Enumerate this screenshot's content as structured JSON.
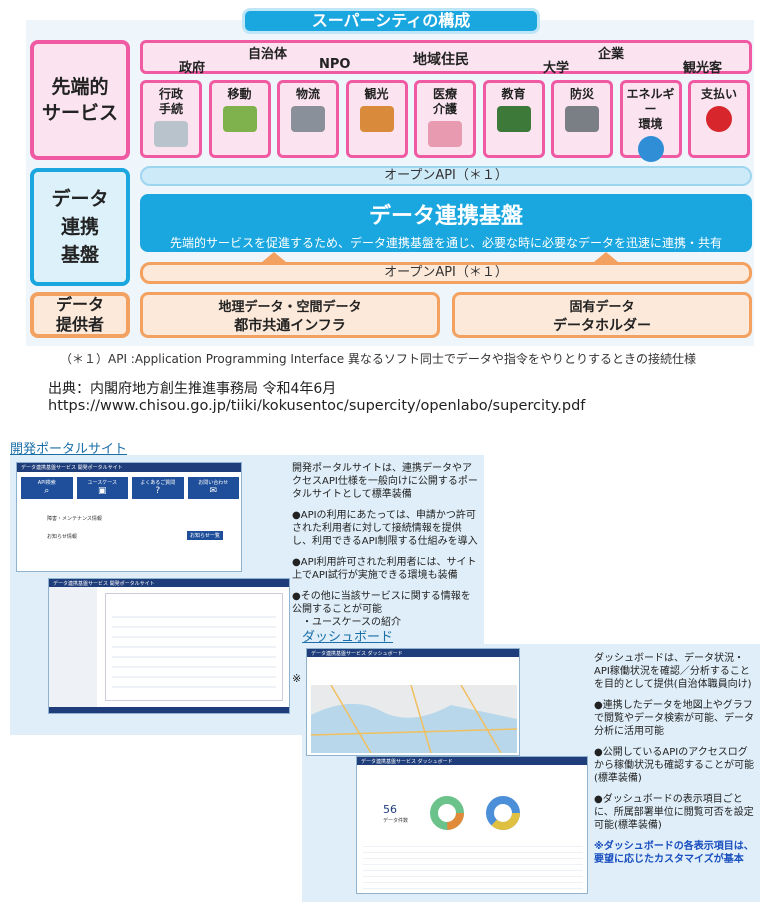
{
  "diagram": {
    "title": "スーパーシティの構成",
    "left_labels": {
      "advanced": "先端的\nサービス",
      "data_integ": "データ\n連携\n基盤",
      "provider": "データ\n提供者"
    },
    "actors": [
      "自治体",
      "政府",
      "NPO",
      "地域住民",
      "大学",
      "企業",
      "観光客"
    ],
    "services": [
      {
        "label": "行政\n手続",
        "icon": "envelope-icon",
        "color": "#b9c3cc"
      },
      {
        "label": "移動",
        "icon": "bus-icon",
        "color": "#7fb24c"
      },
      {
        "label": "物流",
        "icon": "truck-icon",
        "color": "#8a9099"
      },
      {
        "label": "観光",
        "icon": "pagoda-icon",
        "color": "#d98a3a"
      },
      {
        "label": "医療\n介護",
        "icon": "pills-icon",
        "color": "#e89ab0"
      },
      {
        "label": "教育",
        "icon": "blackboard-icon",
        "color": "#3d7a3a"
      },
      {
        "label": "防災",
        "icon": "backpack-icon",
        "color": "#7a7f86"
      },
      {
        "label": "エネルギー\n環境",
        "icon": "water-drop-icon",
        "color": "#2f8ed6"
      },
      {
        "label": "支払い",
        "icon": "yen-coin-icon",
        "color": "#d8262d"
      }
    ],
    "api_label": "オープンAPI（＊１）",
    "core_title": "データ連携基盤",
    "core_sub": "先端的サービスを促進するため、データ連携基盤を通じ、必要な時に必要なデータを迅速に連携・共有",
    "providers": [
      {
        "line1": "地理データ・空間データ",
        "line2": "都市共通インフラ"
      },
      {
        "line1": "固有データ",
        "line2": "データホルダー"
      }
    ],
    "footnote": "（＊１）API :Application Programming Interface  異なるソフト同士でデータや指令をやりとりするときの接続仕様"
  },
  "source": {
    "line1": "出典：内閣府地方創生推進事務局 令和4年6月",
    "line2": "https://www.chisou.go.jp/tiiki/kokusentoc/supercity/openlabo/supercity.pdf"
  },
  "portal": {
    "heading": "開発ポータルサイト",
    "intro": "開発ポータルサイトは、連携データやアクセスAPI仕様を一般向けに公開するポータルサイトとして標準装備",
    "bullets": [
      "●APIの利用にあたっては、申請かつ許可された利用者に対して接続情報を提供し、利用できるAPI制限する仕組みを導入",
      "●API利用許可された利用者には、サイト上でAPI試行が実施できる環境も装備",
      "●その他に当該サービスに関する情報を公開することが可能\n　・ユースケースの紹介"
    ],
    "mark": "※",
    "shot1": {
      "title": "データ連携基盤サービス 開発ポータルサイト",
      "menus": [
        "API検索",
        "ユースケース",
        "よくあるご質問",
        "お問い合わせ"
      ],
      "info1": "障害・メンテナンス情報",
      "info2": "お知らせ情報",
      "btn": "お知らせ一覧"
    },
    "shot2": {
      "title": "データ連携基盤サービス 開発ポータルサイト"
    }
  },
  "dashboard": {
    "heading": "ダッシュボード",
    "intro": "ダッシュボードは、データ状況・API稼働状況を確認／分析することを目的として提供(自治体職員向け)",
    "bullets": [
      "●連携したデータを地図上やグラフで閲覧やデータ検索が可能、データ分析に活用可能",
      "●公開しているAPIのアクセスログから稼働状況も確認することが可能(標準装備)",
      "●ダッシュボードの表示項目ごとに、所属部署単位に閲覧可否を設定可能(標準装備)"
    ],
    "note": "※ダッシュボードの各表示項目は、要望に応じたカスタマイズが基本",
    "shot1": {
      "title": "データ連携基盤サービス ダッシュボード"
    },
    "shot2": {
      "title": "データ連携基盤サービス ダッシュボード",
      "count": "56",
      "count_label": "データ件数"
    }
  }
}
